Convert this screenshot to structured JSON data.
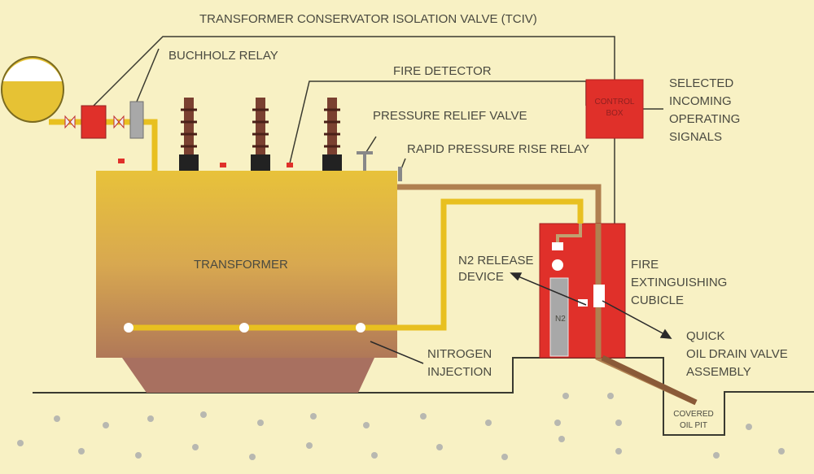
{
  "labels": {
    "tciv": "TRANSFORMER CONSERVATOR ISOLATION VALVE (TCIV)",
    "buchholz": "BUCHHOLZ RELAY",
    "fire_detector": "FIRE DETECTOR",
    "prv": "PRESSURE RELIEF VALVE",
    "rprr": "RAPID PRESSURE RISE RELAY",
    "control_box": [
      "CONTROL",
      "BOX"
    ],
    "signals": [
      "SELECTED",
      "INCOMING",
      "OPERATING",
      "SIGNALS"
    ],
    "transformer": "TRANSFORMER",
    "n2_release": [
      "N2 RELEASE",
      "DEVICE"
    ],
    "cubicle": [
      "FIRE",
      "EXTINGUISHING",
      "CUBICLE"
    ],
    "drain": [
      "QUICK",
      "OIL DRAIN VALVE",
      "ASSEMBLY"
    ],
    "nitrogen": [
      "NITROGEN",
      "INJECTION"
    ],
    "pit": [
      "COVERED",
      "OIL PIT"
    ],
    "n2": "N2"
  },
  "colors": {
    "background": "#f8f1c4",
    "red": "#e0302a",
    "pipe": "#e8c020",
    "oil_pipe": "#a8784a",
    "text": "#4a4a40"
  }
}
